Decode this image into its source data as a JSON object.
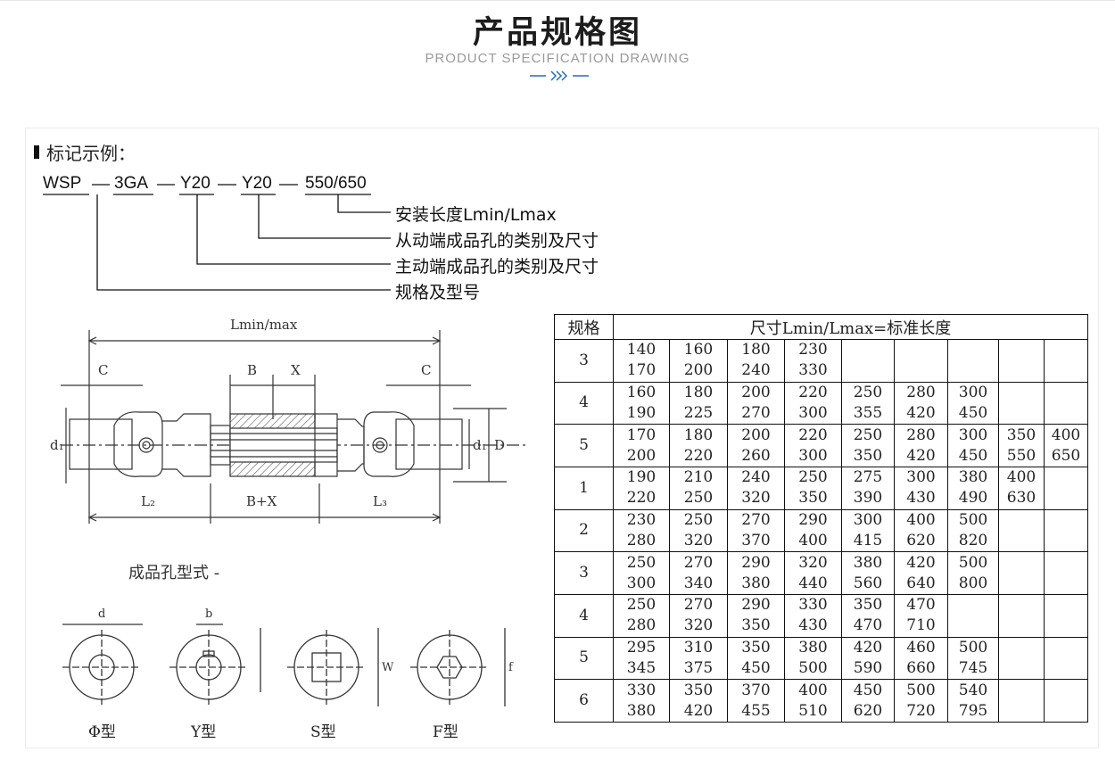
{
  "header": {
    "title": "产品规格图",
    "subtitle": "PRODUCT SPECIFICATION DRAWING",
    "accent": "#1f6fbf"
  },
  "example": {
    "heading": "标记示例：",
    "code": [
      "WSP",
      "3GA",
      "Y20",
      "Y20",
      "550/650"
    ],
    "descriptions": [
      "安装长度Lmin/Lmax",
      "从动端成品孔的类别及尺寸",
      "主动端成品孔的类别及尺寸",
      "规格及型号"
    ]
  },
  "drawing": {
    "labels": {
      "lminmax": "Lmin/max",
      "c_left": "C",
      "b": "B",
      "x": "X",
      "c_right": "C",
      "d1_left": "d₁",
      "d1_right": "d₁",
      "d_big": "D",
      "l2": "L₂",
      "bx": "B+X",
      "l3": "L₃"
    },
    "holes_title": "成品孔型式 -",
    "holes": [
      {
        "caption": "Φ型",
        "dim": "d"
      },
      {
        "caption": "Y型",
        "dim": "b"
      },
      {
        "caption": "S型",
        "dim": "W"
      },
      {
        "caption": "F型",
        "dim": "f"
      }
    ]
  },
  "table": {
    "col_header_spec": "规格",
    "col_header_dims": "尺寸Lmin/Lmax=标准长度",
    "rows": [
      {
        "spec": "3",
        "pairs": [
          [
            "140",
            "170"
          ],
          [
            "160",
            "200"
          ],
          [
            "180",
            "240"
          ],
          [
            "230",
            "330"
          ]
        ]
      },
      {
        "spec": "4",
        "pairs": [
          [
            "160",
            "190"
          ],
          [
            "180",
            "225"
          ],
          [
            "200",
            "270"
          ],
          [
            "220",
            "300"
          ],
          [
            "250",
            "355"
          ],
          [
            "280",
            "420"
          ],
          [
            "300",
            "450"
          ]
        ]
      },
      {
        "spec": "5",
        "pairs": [
          [
            "170",
            "200"
          ],
          [
            "180",
            "220"
          ],
          [
            "200",
            "260"
          ],
          [
            "220",
            "300"
          ],
          [
            "250",
            "350"
          ],
          [
            "280",
            "420"
          ],
          [
            "300",
            "450"
          ],
          [
            "350",
            "550"
          ],
          [
            "400",
            "650"
          ]
        ]
      },
      {
        "spec": "1",
        "pairs": [
          [
            "190",
            "220"
          ],
          [
            "210",
            "250"
          ],
          [
            "240",
            "320"
          ],
          [
            "250",
            "350"
          ],
          [
            "275",
            "390"
          ],
          [
            "300",
            "430"
          ],
          [
            "380",
            "490"
          ],
          [
            "400",
            "630"
          ]
        ]
      },
      {
        "spec": "2",
        "pairs": [
          [
            "230",
            "280"
          ],
          [
            "250",
            "320"
          ],
          [
            "270",
            "370"
          ],
          [
            "290",
            "400"
          ],
          [
            "300",
            "415"
          ],
          [
            "400",
            "620"
          ],
          [
            "500",
            "820"
          ]
        ]
      },
      {
        "spec": "3",
        "pairs": [
          [
            "250",
            "300"
          ],
          [
            "270",
            "340"
          ],
          [
            "290",
            "380"
          ],
          [
            "320",
            "440"
          ],
          [
            "380",
            "560"
          ],
          [
            "420",
            "640"
          ],
          [
            "500",
            "800"
          ]
        ]
      },
      {
        "spec": "4",
        "pairs": [
          [
            "250",
            "280"
          ],
          [
            "270",
            "320"
          ],
          [
            "290",
            "350"
          ],
          [
            "330",
            "430"
          ],
          [
            "350",
            "470"
          ],
          [
            "470",
            "710"
          ]
        ]
      },
      {
        "spec": "5",
        "pairs": [
          [
            "295",
            "345"
          ],
          [
            "310",
            "375"
          ],
          [
            "350",
            "450"
          ],
          [
            "380",
            "500"
          ],
          [
            "420",
            "590"
          ],
          [
            "460",
            "660"
          ],
          [
            "500",
            "745"
          ]
        ]
      },
      {
        "spec": "6",
        "pairs": [
          [
            "330",
            "380"
          ],
          [
            "350",
            "420"
          ],
          [
            "370",
            "455"
          ],
          [
            "400",
            "510"
          ],
          [
            "450",
            "620"
          ],
          [
            "500",
            "720"
          ],
          [
            "540",
            "795"
          ]
        ]
      }
    ]
  }
}
